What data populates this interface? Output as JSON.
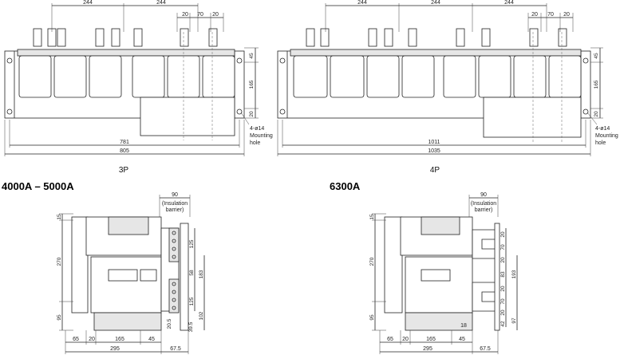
{
  "top_3p": {
    "dim_pitch_1": "244",
    "dim_pitch_2": "244",
    "dim_terminal_a": "20",
    "dim_terminal_b": "70",
    "dim_terminal_c": "20",
    "dim_right_top": "45",
    "dim_right_mid": "165",
    "dim_right_bottom": "20",
    "dim_mount_width": "781",
    "dim_total_width": "805",
    "mounting_note_1": "4-ø14",
    "mounting_note_2": "Mounting",
    "mounting_note_3": "hole",
    "caption": "3P"
  },
  "top_4p": {
    "dim_pitch_1": "244",
    "dim_pitch_2": "244",
    "dim_pitch_3": "244",
    "dim_terminal_a": "20",
    "dim_terminal_b": "70",
    "dim_terminal_c": "20",
    "dim_right_top": "45",
    "dim_right_mid": "165",
    "dim_right_bottom": "20",
    "dim_mount_width": "1011",
    "dim_total_width": "1035",
    "mounting_note_1": "4-ø14",
    "mounting_note_2": "Mounting",
    "mounting_note_3": "hole",
    "caption": "4P"
  },
  "side_4000": {
    "heading": "4000A – 5000A",
    "dim_barrier": "90",
    "barrier_note_1": "(Insulation",
    "barrier_note_2": "barrier)",
    "dim_left_top": "15",
    "dim_left_mid": "270",
    "dim_left_bottom": "95",
    "dim_r_125a": "125",
    "dim_r_58": "58",
    "dim_r_183": "183",
    "dim_r_125b": "125",
    "dim_r_102": "102",
    "dim_r_205": "20.5",
    "dim_r_395": "39.5",
    "dim_b_65": "65",
    "dim_b_20": "20",
    "dim_b_165": "165",
    "dim_b_45": "45",
    "dim_b_295": "295",
    "dim_b_675": "67.5"
  },
  "side_6300": {
    "heading": "6300A",
    "dim_barrier": "90",
    "barrier_note_1": "(Insulation",
    "barrier_note_2": "barrier)",
    "dim_left_top": "15",
    "dim_left_mid": "270",
    "dim_left_bottom": "95",
    "dim_r_20a": "20",
    "dim_r_70a": "70",
    "dim_r_20b": "20",
    "dim_r_83": "83",
    "dim_r_193": "193",
    "dim_r_20c": "20",
    "dim_r_70b": "70",
    "dim_r_20d": "20",
    "dim_r_42": "42",
    "dim_r_97": "97",
    "dim_r_18": "18",
    "dim_b_65": "65",
    "dim_b_20": "20",
    "dim_b_165": "165",
    "dim_b_45": "45",
    "dim_b_295": "295",
    "dim_b_675": "67.5"
  }
}
